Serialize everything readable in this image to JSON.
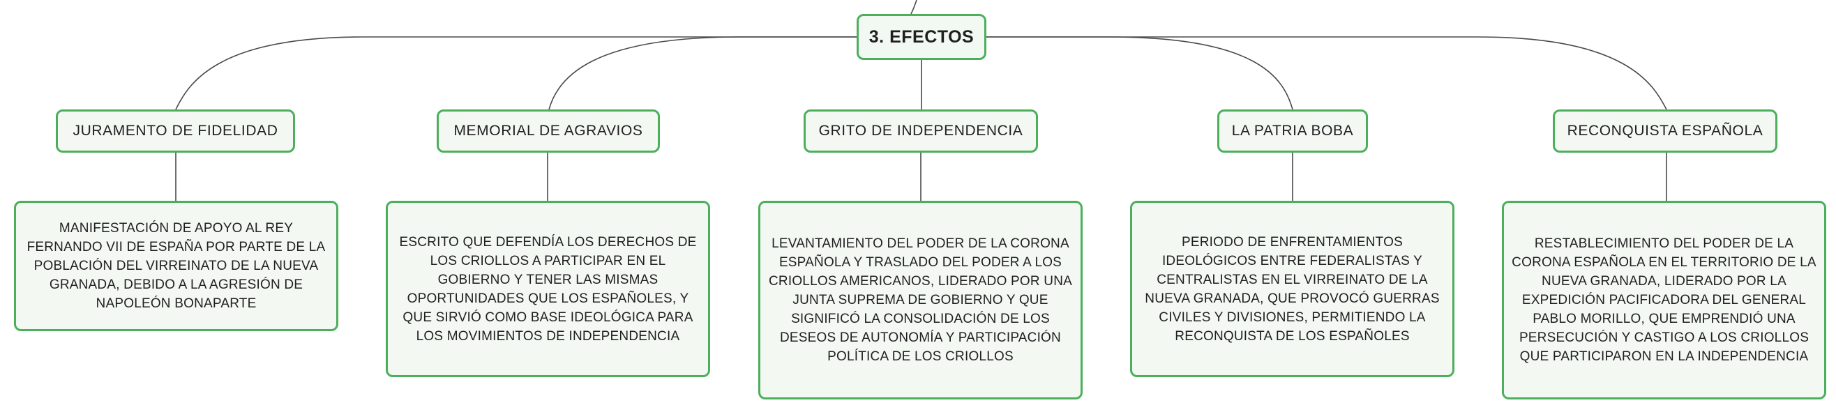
{
  "root": {
    "label": "3. EFECTOS"
  },
  "branches": [
    {
      "topic": "JURAMENTO DE FIDELIDAD",
      "description": "MANIFESTACIÓN DE APOYO AL REY FERNANDO VII DE ESPAÑA POR PARTE DE LA POBLACIÓN DEL VIRREINATO DE LA NUEVA GRANADA, DEBIDO A LA AGRESIÓN DE NAPOLEÓN BONAPARTE"
    },
    {
      "topic": "MEMORIAL DE AGRAVIOS",
      "description": "ESCRITO QUE DEFENDÍA LOS DERECHOS DE LOS CRIOLLOS A PARTICIPAR EN EL GOBIERNO Y TENER LAS MISMAS OPORTUNIDADES QUE LOS ESPAÑOLES, Y QUE SIRVIÓ COMO BASE IDEOLÓGICA PARA LOS MOVIMIENTOS DE INDEPENDENCIA"
    },
    {
      "topic": "GRITO DE INDEPENDENCIA",
      "description": "LEVANTAMIENTO DEL PODER DE LA CORONA ESPAÑOLA Y TRASLADO DEL PODER A LOS CRIOLLOS AMERICANOS, LIDERADO POR UNA JUNTA SUPREMA DE GOBIERNO Y QUE SIGNIFICÓ LA CONSOLIDACIÓN DE LOS DESEOS DE AUTONOMÍA Y PARTICIPACIÓN POLÍTICA DE LOS CRIOLLOS"
    },
    {
      "topic": "LA PATRIA BOBA",
      "description": "PERIODO DE ENFRENTAMIENTOS IDEOLÓGICOS ENTRE FEDERALISTAS Y CENTRALISTAS EN EL VIRREINATO DE LA NUEVA GRANADA, QUE PROVOCÓ GUERRAS CIVILES Y DIVISIONES, PERMITIENDO LA RECONQUISTA DE LOS ESPAÑOLES"
    },
    {
      "topic": "RECONQUISTA ESPAÑOLA",
      "description": "RESTABLECIMIENTO DEL PODER DE LA CORONA ESPAÑOLA EN EL TERRITORIO DE LA NUEVA GRANADA, LIDERADO POR LA EXPEDICIÓN PACIFICADORA DEL GENERAL PABLO MORILLO, QUE EMPRENDIÓ UNA PERSECUCIÓN Y CASTIGO A LOS CRIOLLOS QUE PARTICIPARON EN LA INDEPENDENCIA"
    }
  ],
  "colors": {
    "node_border": "#4caf5c",
    "node_fill": "#f3f8f3",
    "connector": "#4a4a4a"
  }
}
